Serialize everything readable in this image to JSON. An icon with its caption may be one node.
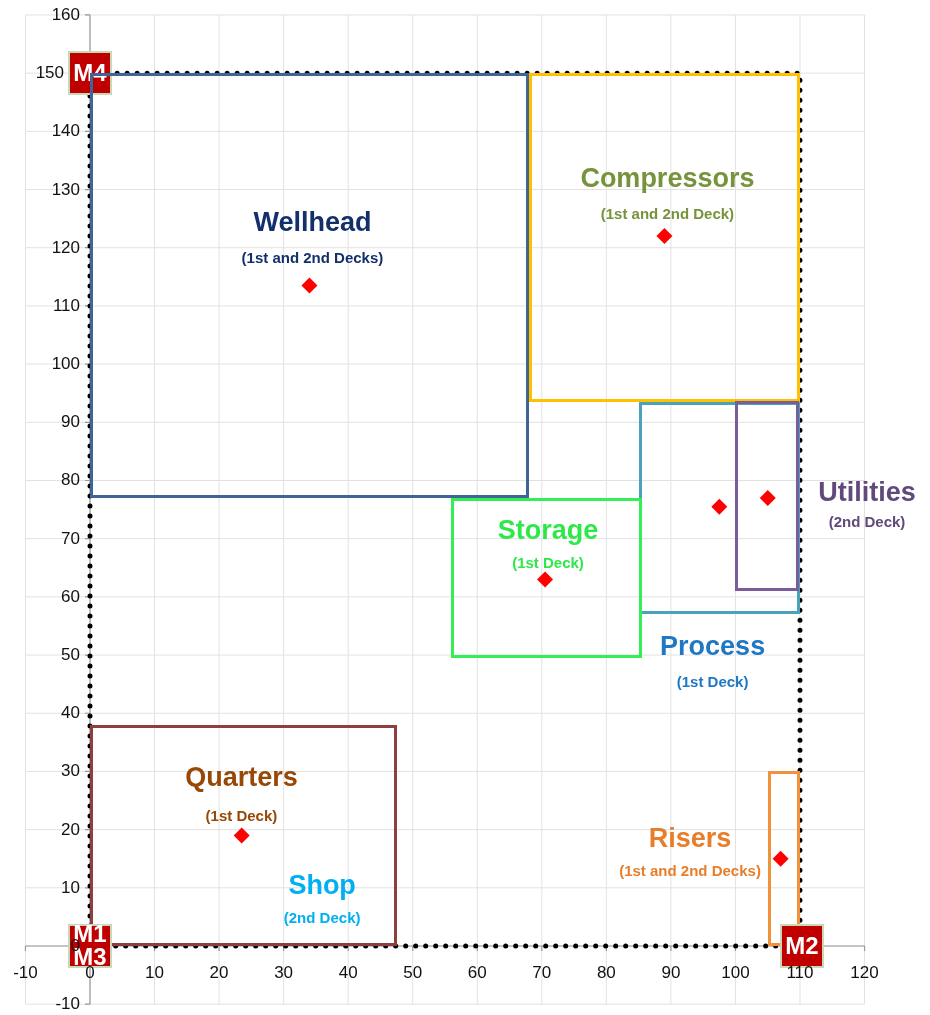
{
  "diagram": {
    "nodes": [
      {
        "text": [
          "M4"
        ]
      },
      {
        "text": [
          "Wellhead",
          "(1st and 2nd Decks)"
        ]
      },
      {
        "text": [
          "Compressors",
          "(1st and 2nd Deck)"
        ]
      },
      {
        "text": [
          "Process",
          "(1st Deck)"
        ]
      },
      {
        "text": [
          "Utilities",
          "(2nd Deck)"
        ],
        "in": 3
      },
      {
        "text": [
          "Storage",
          "(1st Deck)"
        ]
      },
      {
        "text": [
          "Quarters",
          "(1st Deck)",
          "Shop",
          "(2nd Deck)"
        ]
      },
      {
        "text": [
          "Risers",
          "(1st and 2nd Decks)"
        ]
      },
      {
        "text": [
          "M1",
          "M3"
        ]
      },
      {
        "text": [
          "M2"
        ]
      }
    ],
    "edges": [],
    "labels": [
      "160",
      "150",
      "140",
      "130",
      "120",
      "110",
      "100",
      "90",
      "80",
      "70",
      "60",
      "50",
      "40",
      "30",
      "20",
      "10",
      "0",
      "-10",
      "-10",
      "0",
      "10",
      "20",
      "30",
      "40",
      "50",
      "60",
      "70",
      "80",
      "90",
      "100",
      "110",
      "120"
    ]
  }
}
